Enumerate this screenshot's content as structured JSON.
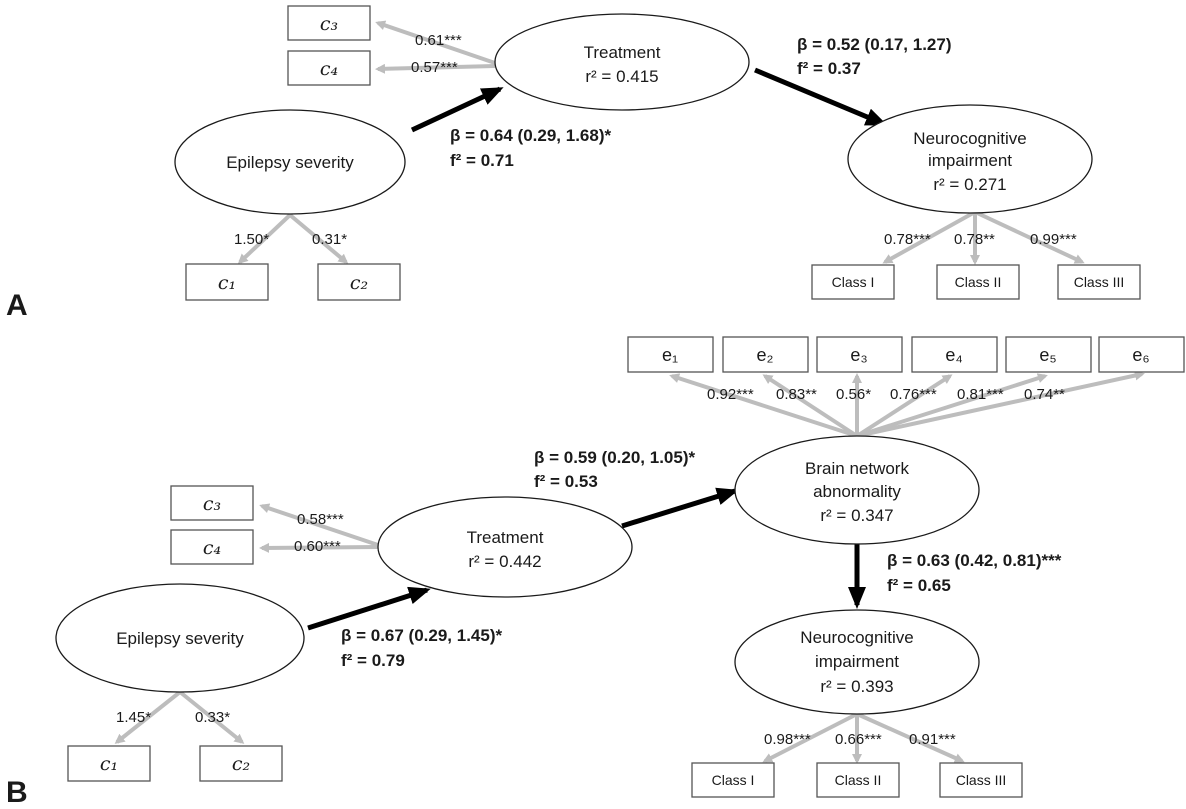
{
  "panels": {
    "A": {
      "label": "A",
      "nodes": {
        "severity": {
          "label": "Epilepsy severity"
        },
        "treatment": {
          "label": "Treatment",
          "r2": "r² = 0.415"
        },
        "neuro": {
          "label1": "Neurocognitive",
          "label2": "impairment",
          "r2": "r² = 0.271"
        }
      },
      "indicators": {
        "c3": "c₃",
        "c4": "c₄",
        "c1": "c₁",
        "c2": "c₂",
        "class1": "Class I",
        "class2": "Class II",
        "class3": "Class III"
      },
      "loadings": {
        "c3": "0.61***",
        "c4": "0.57***",
        "c1": "1.50*",
        "c2": "0.31*",
        "class1": "0.78***",
        "class2": "0.78**",
        "class3": "0.99***"
      },
      "paths": {
        "sev_treat": {
          "beta": "β = 0.64 (0.29, 1.68)*",
          "f2": "f² = 0.71"
        },
        "treat_neuro": {
          "beta": "β = 0.52 (0.17, 1.27)",
          "f2": "f² = 0.37"
        }
      }
    },
    "B": {
      "label": "B",
      "nodes": {
        "severity": {
          "label": "Epilepsy severity"
        },
        "treatment": {
          "label": "Treatment",
          "r2": "r² = 0.442"
        },
        "brain": {
          "label1": "Brain network",
          "label2": "abnormality",
          "r2": "r² = 0.347"
        },
        "neuro": {
          "label1": "Neurocognitive",
          "label2": "impairment",
          "r2": "r² = 0.393"
        }
      },
      "indicators": {
        "c3": "c₃",
        "c4": "c₄",
        "c1": "c₁",
        "c2": "c₂",
        "e1": "e₁",
        "e2": "e₂",
        "e3": "e₃",
        "e4": "e₄",
        "e5": "e₅",
        "e6": "e₆",
        "class1": "Class I",
        "class2": "Class II",
        "class3": "Class III"
      },
      "loadings": {
        "c3": "0.58***",
        "c4": "0.60***",
        "c1": "1.45*",
        "c2": "0.33*",
        "e1": "0.92***",
        "e2": "0.83**",
        "e3": "0.56*",
        "e4": "0.76***",
        "e5": "0.81***",
        "e6": "0.74**",
        "class1": "0.98***",
        "class2": "0.66***",
        "class3": "0.91***"
      },
      "paths": {
        "sev_treat": {
          "beta": "β = 0.67 (0.29, 1.45)*",
          "f2": "f² = 0.79"
        },
        "treat_brain": {
          "beta": "β = 0.59 (0.20, 1.05)*",
          "f2": "f² = 0.53"
        },
        "brain_neuro": {
          "beta": "β = 0.63 (0.42, 0.81)***",
          "f2": "f² = 0.65"
        }
      }
    }
  }
}
